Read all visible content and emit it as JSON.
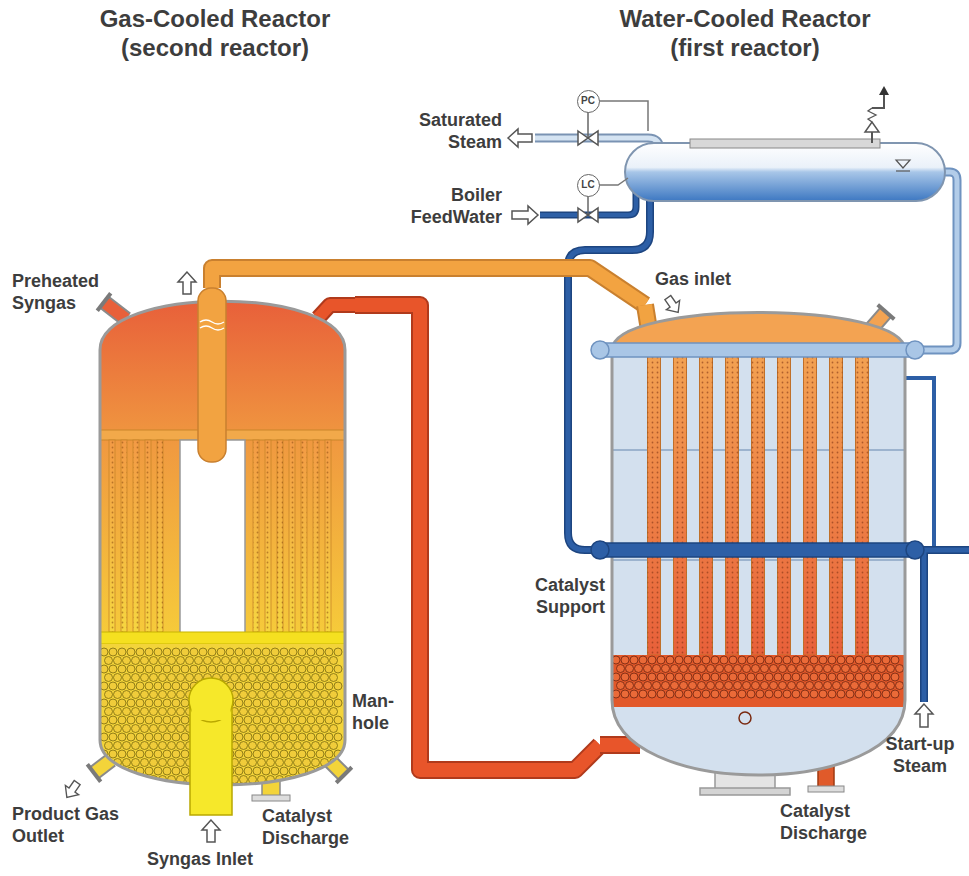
{
  "diagram": {
    "nodes": [
      {
        "text": [
          "Gas-Cooled Reactor (second reactor)"
        ]
      },
      {
        "text": [
          "Water-Cooled Reactor (first reactor)"
        ]
      },
      {
        "text": [
          "PC"
        ]
      },
      {
        "text": [
          "LC"
        ]
      }
    ],
    "edges": [
      {
        "from": 0,
        "to": 1,
        "arrow": "none"
      },
      {
        "from": 1,
        "to": 0,
        "arrow": "none"
      }
    ],
    "labels": [
      "Saturated Steam",
      "Boiler FeedWater",
      "Preheated Syngas",
      "Gas inlet",
      "Catalyst Support",
      "Man-hole",
      "Product Gas Outlet",
      "Catalyst Discharge",
      "Start-up Steam",
      "Syngas Inlet",
      "Catalyst Discharge"
    ]
  }
}
